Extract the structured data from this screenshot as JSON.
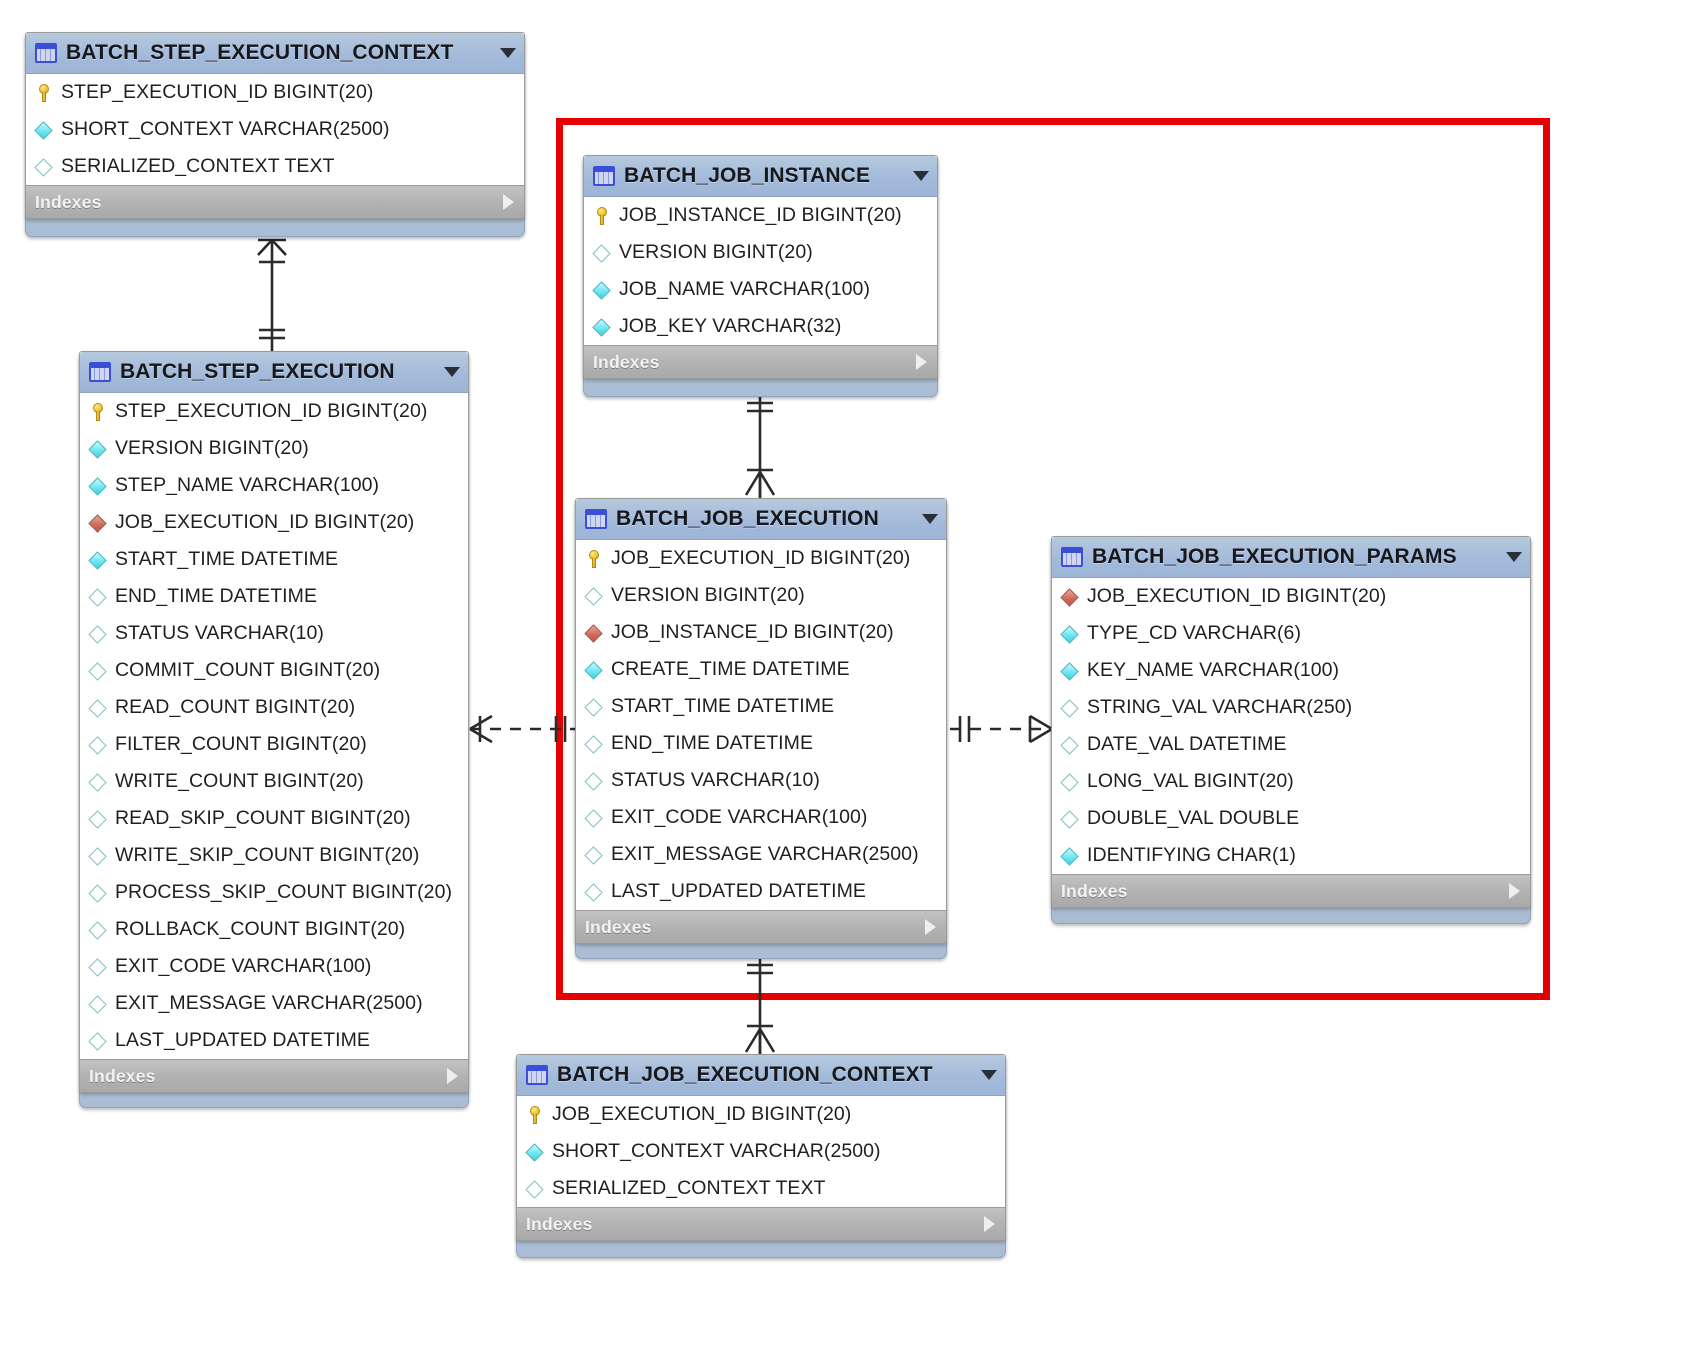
{
  "diagram": {
    "title": "Spring Batch schema ER diagram",
    "highlight_color": "#e60000",
    "header_color": "#a3badb",
    "indexes_row_color": "#b3b3b3",
    "indexes_label": "Indexes",
    "icons": {
      "table": "table-icon",
      "collapse": "chevron-down-icon",
      "expand_indexes": "chevron-right-icon",
      "primary_key": "key-icon",
      "column_not_null": "filled-diamond-icon",
      "column_nullable": "hollow-diamond-icon",
      "foreign_key": "red-diamond-icon"
    }
  },
  "tables": [
    {
      "name": "BATCH_STEP_EXECUTION_CONTEXT",
      "columns": [
        {
          "text": "STEP_EXECUTION_ID BIGINT(20)",
          "glyph": "key"
        },
        {
          "text": "SHORT_CONTEXT VARCHAR(2500)",
          "glyph": "filled"
        },
        {
          "text": "SERIALIZED_CONTEXT TEXT",
          "glyph": "hollow"
        }
      ]
    },
    {
      "name": "BATCH_JOB_INSTANCE",
      "columns": [
        {
          "text": "JOB_INSTANCE_ID BIGINT(20)",
          "glyph": "key"
        },
        {
          "text": "VERSION BIGINT(20)",
          "glyph": "hollow"
        },
        {
          "text": "JOB_NAME VARCHAR(100)",
          "glyph": "filled"
        },
        {
          "text": "JOB_KEY VARCHAR(32)",
          "glyph": "filled"
        }
      ]
    },
    {
      "name": "BATCH_STEP_EXECUTION",
      "columns": [
        {
          "text": "STEP_EXECUTION_ID BIGINT(20)",
          "glyph": "key"
        },
        {
          "text": "VERSION BIGINT(20)",
          "glyph": "filled"
        },
        {
          "text": "STEP_NAME VARCHAR(100)",
          "glyph": "filled"
        },
        {
          "text": "JOB_EXECUTION_ID BIGINT(20)",
          "glyph": "fk"
        },
        {
          "text": "START_TIME DATETIME",
          "glyph": "filled"
        },
        {
          "text": "END_TIME DATETIME",
          "glyph": "hollow"
        },
        {
          "text": "STATUS VARCHAR(10)",
          "glyph": "hollow"
        },
        {
          "text": "COMMIT_COUNT BIGINT(20)",
          "glyph": "hollow"
        },
        {
          "text": "READ_COUNT BIGINT(20)",
          "glyph": "hollow"
        },
        {
          "text": "FILTER_COUNT BIGINT(20)",
          "glyph": "hollow"
        },
        {
          "text": "WRITE_COUNT BIGINT(20)",
          "glyph": "hollow"
        },
        {
          "text": "READ_SKIP_COUNT BIGINT(20)",
          "glyph": "hollow"
        },
        {
          "text": "WRITE_SKIP_COUNT BIGINT(20)",
          "glyph": "hollow"
        },
        {
          "text": "PROCESS_SKIP_COUNT BIGINT(20)",
          "glyph": "hollow"
        },
        {
          "text": "ROLLBACK_COUNT BIGINT(20)",
          "glyph": "hollow"
        },
        {
          "text": "EXIT_CODE VARCHAR(100)",
          "glyph": "hollow"
        },
        {
          "text": "EXIT_MESSAGE VARCHAR(2500)",
          "glyph": "hollow"
        },
        {
          "text": "LAST_UPDATED DATETIME",
          "glyph": "hollow"
        }
      ]
    },
    {
      "name": "BATCH_JOB_EXECUTION",
      "columns": [
        {
          "text": "JOB_EXECUTION_ID BIGINT(20)",
          "glyph": "key"
        },
        {
          "text": "VERSION BIGINT(20)",
          "glyph": "hollow"
        },
        {
          "text": "JOB_INSTANCE_ID BIGINT(20)",
          "glyph": "fk"
        },
        {
          "text": "CREATE_TIME DATETIME",
          "glyph": "filled"
        },
        {
          "text": "START_TIME DATETIME",
          "glyph": "hollow"
        },
        {
          "text": "END_TIME DATETIME",
          "glyph": "hollow"
        },
        {
          "text": "STATUS VARCHAR(10)",
          "glyph": "hollow"
        },
        {
          "text": "EXIT_CODE VARCHAR(100)",
          "glyph": "hollow"
        },
        {
          "text": "EXIT_MESSAGE VARCHAR(2500)",
          "glyph": "hollow"
        },
        {
          "text": "LAST_UPDATED DATETIME",
          "glyph": "hollow"
        }
      ]
    },
    {
      "name": "BATCH_JOB_EXECUTION_PARAMS",
      "columns": [
        {
          "text": "JOB_EXECUTION_ID BIGINT(20)",
          "glyph": "fk"
        },
        {
          "text": "TYPE_CD VARCHAR(6)",
          "glyph": "filled"
        },
        {
          "text": "KEY_NAME VARCHAR(100)",
          "glyph": "filled"
        },
        {
          "text": "STRING_VAL VARCHAR(250)",
          "glyph": "hollow"
        },
        {
          "text": "DATE_VAL DATETIME",
          "glyph": "hollow"
        },
        {
          "text": "LONG_VAL BIGINT(20)",
          "glyph": "hollow"
        },
        {
          "text": "DOUBLE_VAL DOUBLE",
          "glyph": "hollow"
        },
        {
          "text": "IDENTIFYING CHAR(1)",
          "glyph": "filled"
        }
      ]
    },
    {
      "name": "BATCH_JOB_EXECUTION_CONTEXT",
      "columns": [
        {
          "text": "JOB_EXECUTION_ID BIGINT(20)",
          "glyph": "key"
        },
        {
          "text": "SHORT_CONTEXT VARCHAR(2500)",
          "glyph": "filled"
        },
        {
          "text": "SERIALIZED_CONTEXT TEXT",
          "glyph": "hollow"
        }
      ]
    }
  ]
}
